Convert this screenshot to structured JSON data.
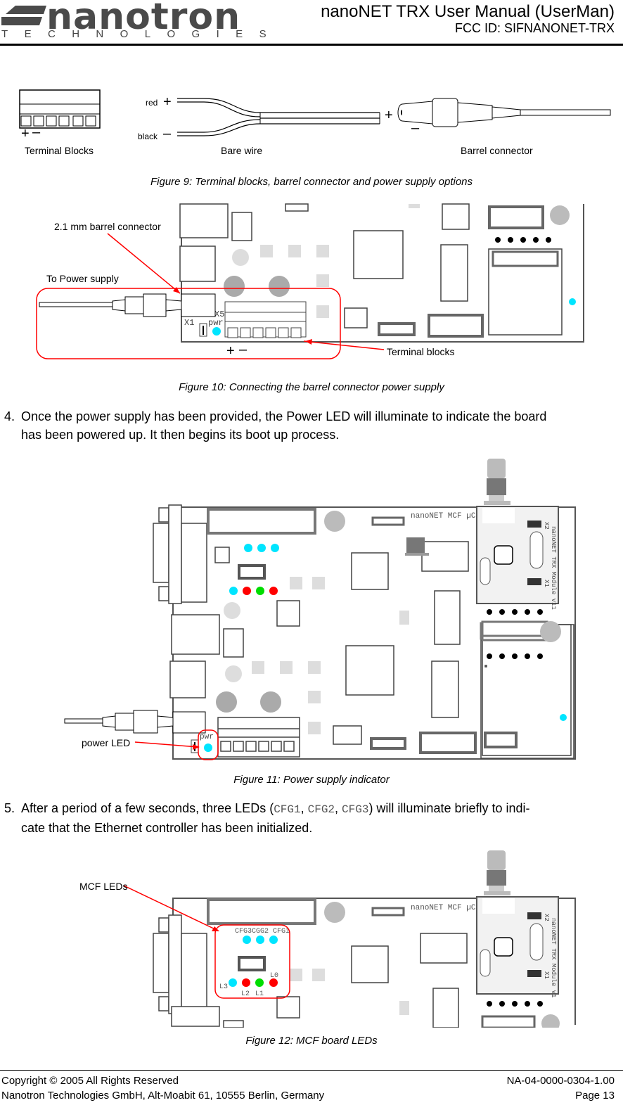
{
  "header": {
    "logo_word": "nanotron",
    "logo_tag": "TECHNOLOGIES",
    "title": "nanoNET TRX User Manual (UserMan)",
    "subtitle": "FCC ID: SIFNANONET-TRX"
  },
  "figure9": {
    "caption": "Figure 9: Terminal blocks, barrel connector and power supply options",
    "label_terminal": "Terminal Blocks",
    "label_barewire": "Bare wire",
    "label_barrel": "Barrel connector",
    "wire_red": "red",
    "wire_black": "black",
    "plus": "+",
    "minus": "–"
  },
  "figure10": {
    "caption": "Figure 10: Connecting the barrel connector power supply",
    "callout_barrel": "2.1 mm barrel connector",
    "callout_power": "To Power supply",
    "callout_terminal": "Terminal blocks",
    "silk_x1": "X1",
    "silk_x5": "X5",
    "silk_pwr": "pwr"
  },
  "step4": {
    "number": "4.",
    "line1": "Once the power supply has been provided, the Power LED will illuminate to indicate the board",
    "line2": "has been powered up. It then begins its boot up process."
  },
  "figure11": {
    "caption": "Figure 11: Power supply indicator",
    "callout_led": "power LED",
    "silk_board": "nanoNET MCF µC",
    "silk_module": "nanoNET TRX Module v11",
    "silk_x1": "X1",
    "silk_x2": "X2",
    "silk_pwr": "pwr"
  },
  "step5": {
    "number": "5.",
    "line1_a": "After a period of a few seconds, three LEDs (",
    "code1": "CFG1",
    "sep1": ", ",
    "code2": "CFG2",
    "sep2": ", ",
    "code3": "CFG3",
    "line1_b": ") will illuminate briefly to indi-",
    "line2": "cate that the Ethernet controller has been initialized."
  },
  "figure12": {
    "caption": "Figure 12: MCF board LEDs",
    "callout_leds": "MCF LEDs",
    "silk_board": "nanoNET MCF µC",
    "silk_module": "nanoNET TRX Module v1",
    "silk_x1": "X1",
    "silk_x2": "X2",
    "silk_cfg": "CFG3CGG2 CFG1",
    "silk_l0": "L0",
    "silk_l1": "L1",
    "silk_l2": "L2",
    "silk_l3": "L3"
  },
  "footer": {
    "copyright": "Copyright © 2005 All Rights Reserved",
    "address": "Nanotron Technologies GmbH, Alt-Moabit 61, 10555 Berlin, Germany",
    "doc_id": "NA-04-0000-0304-1.00",
    "page": "Page 13"
  },
  "colors": {
    "led_cyan": "#00e5ff",
    "led_red": "#ff0000",
    "led_green": "#00dd00",
    "callout": "#ff0000",
    "board_outline": "#555555",
    "component_grey": "#bbbbbb"
  }
}
